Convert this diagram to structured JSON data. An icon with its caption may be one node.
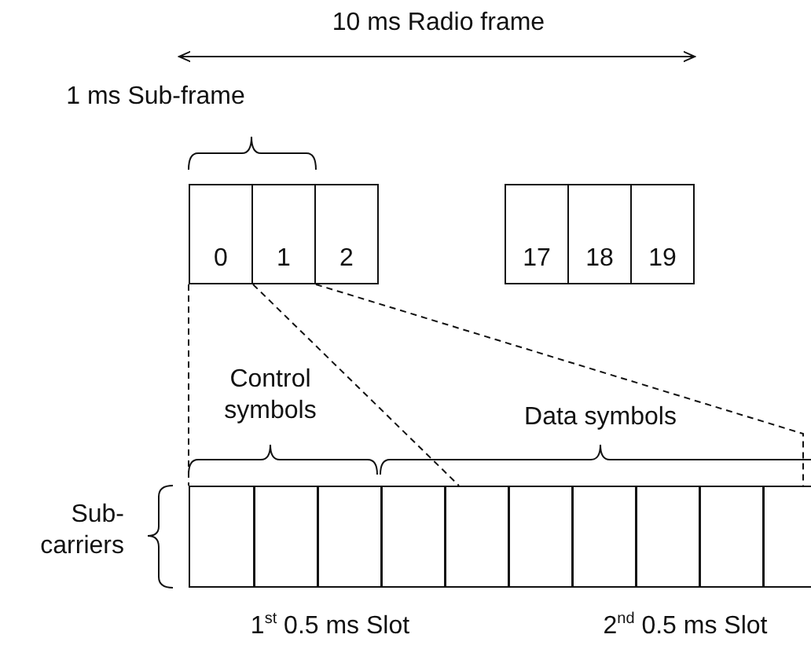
{
  "diagram": {
    "nodes": [
      {
        "text": [
          "0"
        ]
      },
      {
        "text": [
          "1"
        ]
      },
      {
        "text": [
          "2"
        ]
      },
      {
        "text": [
          "17"
        ]
      },
      {
        "text": [
          "18"
        ]
      },
      {
        "text": [
          "19"
        ]
      },
      {
        "text": [],
        "shape": "box"
      }
    ],
    "edges": [
      {
        "from": 0,
        "to": 6,
        "arrow": "none",
        "style": "dashed"
      },
      {
        "from": 0,
        "to": 6,
        "arrow": "none",
        "style": "dashed"
      },
      {
        "from": 1,
        "to": 6,
        "arrow": "none",
        "style": "dashed"
      }
    ],
    "labels": [
      "10 ms Radio frame",
      "1 ms Sub-frame",
      "Control symbols",
      "Data symbols",
      "Sub- carriers",
      "1$^{st}$ 0.5 ms Slot",
      "2$^{nd}$ 0.5 ms Slot"
    ]
  }
}
